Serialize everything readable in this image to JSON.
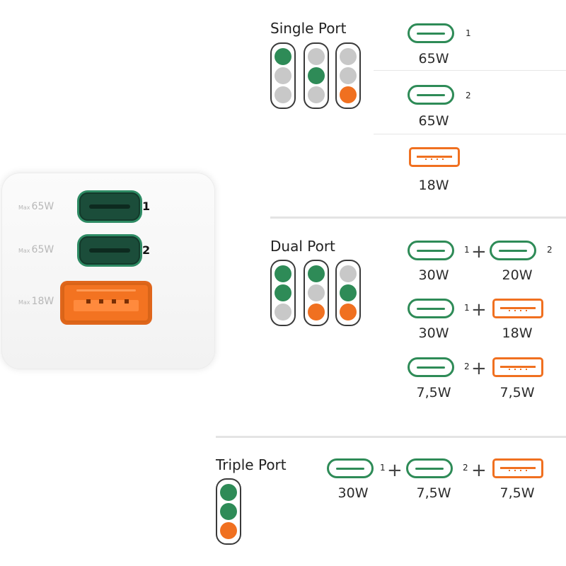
{
  "charger": {
    "ports": [
      {
        "max_prefix": "Max",
        "max_value": "65W",
        "number": "1"
      },
      {
        "max_prefix": "Max",
        "max_value": "65W",
        "number": "2"
      },
      {
        "max_prefix": "Max",
        "max_value": "18W"
      }
    ]
  },
  "single": {
    "title": "Single Port",
    "rows": [
      {
        "port_label": "1",
        "watt": "65W"
      },
      {
        "port_label": "2",
        "watt": "65W"
      },
      {
        "watt": "18W"
      }
    ]
  },
  "dual": {
    "title": "Dual Port",
    "rows": [
      {
        "a_label": "1",
        "a_watt": "30W",
        "plus": "+",
        "b_label": "2",
        "b_watt": "20W"
      },
      {
        "a_label": "1",
        "a_watt": "30W",
        "plus": "+",
        "b_watt": "18W"
      },
      {
        "a_label": "2",
        "a_watt": "7,5W",
        "plus": "+",
        "b_watt": "7,5W"
      }
    ]
  },
  "triple": {
    "title": "Triple Port",
    "row": {
      "a_label": "1",
      "a_watt": "30W",
      "plus1": "+",
      "b_label": "2",
      "b_watt": "7,5W",
      "plus2": "+",
      "c_watt": "7,5W"
    }
  },
  "colors": {
    "green": "#2e8b57",
    "gray": "#c8c8c8",
    "orange": "#f07020"
  }
}
